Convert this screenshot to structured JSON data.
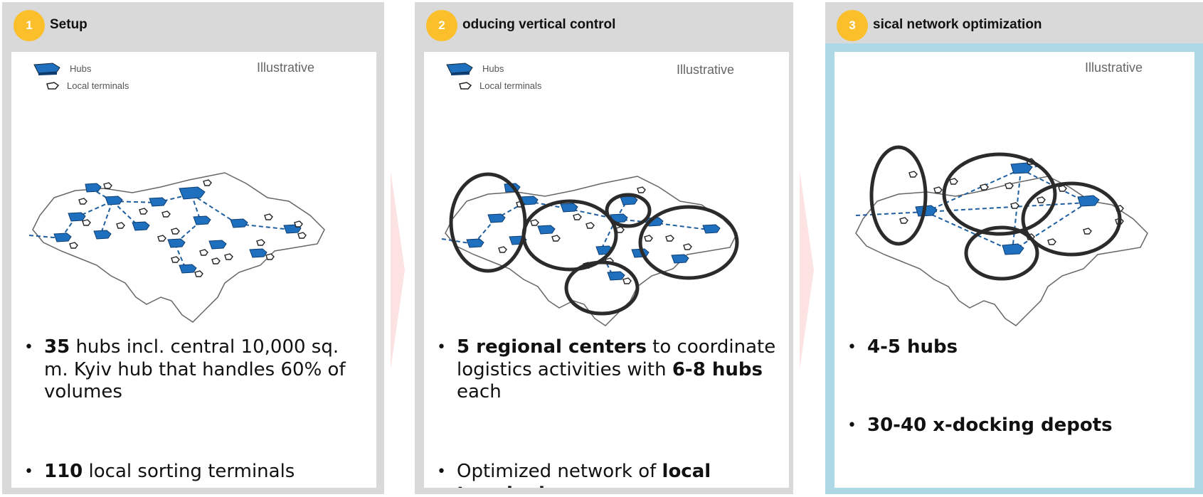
{
  "panels": [
    {
      "number": "1",
      "title": "Setup",
      "legend": {
        "hubs": "Hubs",
        "terminals": "Local terminals"
      },
      "illustrative": "Illustrative",
      "bullets": [
        {
          "bold": "35",
          "text": " hubs incl. central 10,000 sq. m. Kyiv hub that handles 60% of volumes"
        },
        {
          "bold": "110",
          "text": " local sorting terminals"
        }
      ]
    },
    {
      "number": "2",
      "title": "oducing vertical control",
      "legend": {
        "hubs": "Hubs",
        "terminals": "Local terminals"
      },
      "illustrative": "Illustrative",
      "bullets": [
        {
          "bold": "5 regional centers",
          "text": " to coordinate logistics activities with ",
          "bold2": "6-8 hubs",
          "text2": " each"
        },
        {
          "pre": "Optimized network of ",
          "bold": "local terminals",
          "text": ""
        }
      ]
    },
    {
      "number": "3",
      "title": "sical network optimization",
      "illustrative": "Illustrative",
      "bullets": [
        {
          "bold": "4-5 hubs",
          "text": ""
        },
        {
          "bold": "30-40 x-docking depots",
          "text": ""
        }
      ]
    }
  ],
  "colors": {
    "badge": "#fbbf2c",
    "hub": "#1f6fbf",
    "panel_bg": "#d9d9d9",
    "highlight_bg": "#add8e6"
  }
}
